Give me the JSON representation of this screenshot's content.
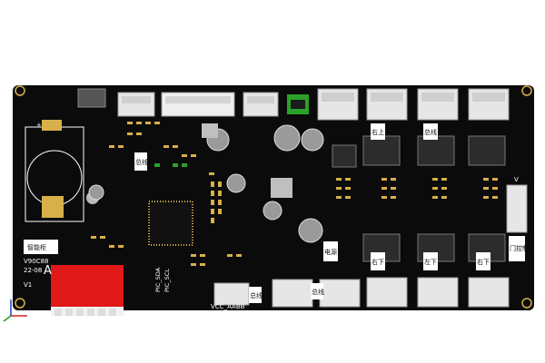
{
  "board": {
    "silk_labels": {
      "module_tag": "智能柜",
      "version_line1": "V90C88",
      "version_line2": "22-08",
      "big_letter": "A",
      "version_short": "V1",
      "i2c_sda": "PIC_SDA",
      "i2c_scl": "PIC_SCL",
      "pin_row": "VCC_AABB",
      "connector_bus": "总线",
      "connector_bus2": "总线",
      "connector_bus3": "总线",
      "connector_top": "总线",
      "label_left_down": "右下",
      "label_left_down2": "左下",
      "label_right_up": "右上",
      "label_right_down": "右下",
      "label_power": "电源",
      "label_power2": "门控制",
      "label_plus": "+",
      "label_v": "V"
    }
  },
  "colors": {
    "pcb": "#0b0b0b",
    "copper_gold": "#d8b04a",
    "silk": "#ffffff",
    "connector": "#e6e6e6",
    "accent_red": "#e01818",
    "accent_green": "#2aa22a",
    "background": "#ffffff"
  },
  "icons": {
    "axis": "xyz-axis-icon"
  }
}
